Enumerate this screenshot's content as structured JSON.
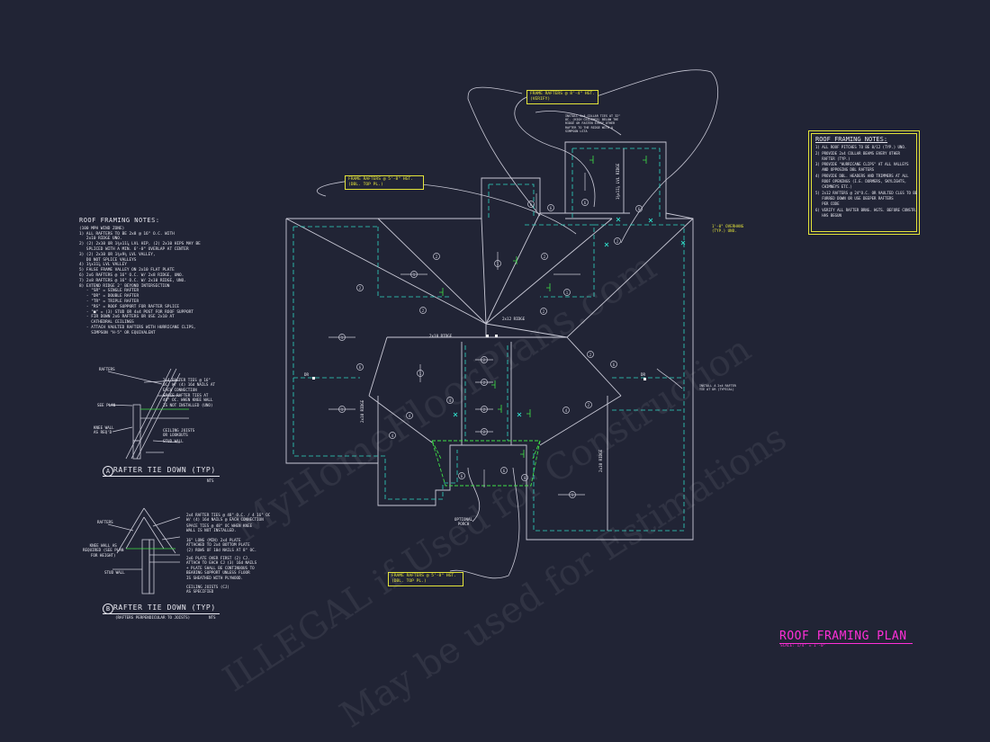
{
  "notes_left": {
    "heading": "ROOF FRAMING NOTES:",
    "lines": [
      "(100 MPH WIND ZONE)",
      "1) ALL RAFTERS TO BE 2x8 @ 16\" O.C. WITH",
      "   2x10 RIDGE UNO.",
      "2) (2) 2x10 OR 1¾x11⅞ LVL HIP, (2) 2x10 HIPS MAY BE",
      "   SPLICED WITH A MIN. 6'-0\" OVERLAP AT CENTER",
      "3) (2) 2x10 OR 1¾x9¼ LVL VALLEY,",
      "   DO NOT SPLICE VALLEYS",
      "4) 1¾x11⅞ LVL VALLEY",
      "5) FALSE FRAME VALLEY ON 2x10 FLAT PLATE",
      "6) 2x6 RAFTERS @ 16\" O.C. W/ 2x8 RIDGE, UNO.",
      "7) 2x8 RAFTERS @ 16\" O.C. W/ 2x10 RIDGE, UNO.",
      "8) EXTEND RIDGE 2' BEYOND INTERSECTION",
      "   - \"SR\" = SINGLE RAFTER",
      "   - \"DR\" = DOUBLE RAFTER",
      "   - \"TR\" = TRIPLE RAFTER",
      "   - \"RS\" = ROOF SUPPORT FOR RAFTER SPLICE",
      "   - \"■\" = (3) STUD OR 4x4 POST FOR ROOF SUPPORT",
      "   - FIR DOWN 2x6 RAFTERS OR USE 2x10 AT",
      "     CATHEDRAL CEILINGS",
      "   - ATTACH VAULTED RAFTERS WITH HURRICANE CLIPS,",
      "     SIMPSON \"H-5\" OR EQUIVALENT"
    ]
  },
  "notes_right": {
    "heading": "ROOF FRAMING NOTES:",
    "lines": [
      "1) ALL ROOF PITCHES TO BE 8/12 (TYP.) UNO.",
      "2) PROVIDE 2x4 COLLAR BEAMS EVERY OTHER",
      "   RAFTER (TYP.)",
      "3) PROVIDE \"HURRICANE CLIPS\" AT ALL VALLEYS",
      "   AND OPPOSING DBL RAFTERS",
      "4) PROVIDE DBL. HEADERS AND TRIMMERS AT ALL",
      "   ROOF OPENINGS (I.E. DORMERS, SKYLIGHTS,",
      "   CHIMNEYS ETC.)",
      "5) 2x12 RAFTERS @ 24\"O.C. OR VAULTED CLGS TO BE",
      "   FURRED DOWN OR USE DEEPER RAFTERS",
      "   PER CODE",
      "6) VERIFY ALL RAFTER BRNG. HGTS. BEFORE CONSTR.",
      "   HAS BEGUN"
    ]
  },
  "tags": {
    "frame_84": "FRAME RAFTERS @ 8'-4\" HGT. (VERIFY)",
    "frame_58_top": "FRAME RAFTERS @ 5'-8\" HGT. (DBL. TOP PL.)",
    "frame_58_bottom": "FRAME RAFTERS @ 5'-8\" HGT. (DBL. TOP PL.)",
    "overhang": "1'-0\" OVERHANG (TYP.) UNO."
  },
  "plan_labels": {
    "collar_note": "INSTALL 2x4 COLLAR TIES AT 32\" OC. (HIGH CEILINGS) BELOW THE RIDGE OR FASTEN EVERY OTHER RAFTER TO THE RIDGE WITH A SIMPSON LSTA",
    "ridge_upper": "2x12 RIDGE",
    "ridge_lower": "2x10 RIDGE",
    "ridge_right": "2x10 RIDGE",
    "ridge_left": "2x10 RIDGE",
    "lvl_ridge": "1¾x11⅞ LVL RIDGE",
    "dr_left": "DR",
    "dr_right": "DR",
    "rafter_note": "INSTALL A 2x4 RAFTER TIE AT DR (TYPICAL)",
    "porch": "OPTIONAL PORCH"
  },
  "detail_a": {
    "title": "RAFTER TIE DOWN (TYP)",
    "marker": "A",
    "nts": "NTS",
    "rafters": "RAFTERS",
    "see_plan": "SEE PLAN",
    "knee_wall": "KNEE WALL\nAS REQ'D",
    "ties_note": "2x4 RAFTER TIES @ 16\"\nOC. W/ (4) 16d NAILS AT\nEACH CONNECTION",
    "space_note": "SPACE RAFTER TIES AT\n48\" OC. WHEN KNEE WALL\nIS NOT INSTALLED (UNO)",
    "ceiling": "CEILING JOISTS\nOR LOOKOUTS",
    "stud": "STUD WALL"
  },
  "detail_b": {
    "title": "RAFTER TIE DOWN (TYP)",
    "marker": "B",
    "nts": "NTS",
    "subtitle": "(RAFTERS PERPENDICULAR TO JOISTS)",
    "rafters": "RAFTERS",
    "knee_wall": "KNEE WALL AS\nREQUIRED (SEE PLAN\nFOR HEIGHT)",
    "ties_note": "2x4 RAFTER TIES @ 48\" O.C. / 4 16\" OC\nW/ (4) 16d NAILS @ EACH CONNECTION",
    "space_note": "SPACE TIES @ 48\" OC WHEN KNEE\nWALL IS NOT INSTALLED.",
    "plate_note": "16\" LONG (MIN) 2x4 PLATE\nATTACHED TO 2x4 BOTTOM PLATE\n(2) ROWS OF 10d NAILS AT 8\" OC.",
    "plate_note2": "2x6 PLATE OVER FIRST (2) CJ.\nATTACH TO EACH CJ (3) 16d NAILS\n+ PLATE SHALL BE CONTINUOUS TO\nBEARING SUPPORT UNLESS FLOOR\nIS SHEATHED WITH PLYWOOD.",
    "stud": "STUD WALL",
    "ceiling": "CEILING JOISTS (CJ)\nAS SPECIFIED"
  },
  "title_block": {
    "title": "ROOF FRAMING PLAN",
    "scale": "SCALE:   1/4\" = 1'-0\""
  },
  "watermarks": [
    "MyHomeFloorPlans.com",
    "ILLEGAL if Used for Construction",
    "May be used for Estimations"
  ],
  "colors": {
    "background": "#212435",
    "wall": "#c9c9d6",
    "dashed": "#2fd6c4",
    "tag": "#e4e43a",
    "porch": "#3fe046",
    "title": "#ff2fd8"
  }
}
